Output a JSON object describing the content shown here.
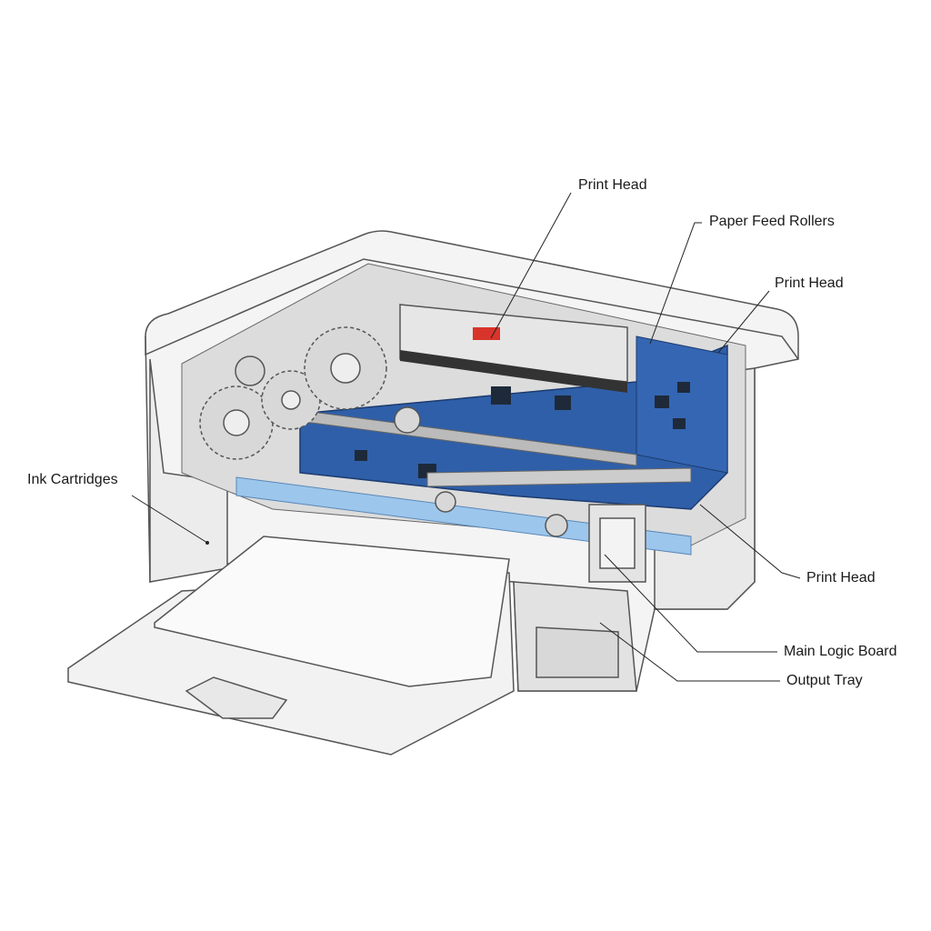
{
  "diagram": {
    "labels": {
      "print_head_top": "Print Head",
      "paper_feed_rollers": "Paper Feed Rollers",
      "print_head_right_upper": "Print Head",
      "ink_cartridges": "Ink Cartridges",
      "print_head_right_lower": "Print Head",
      "main_logic_board": "Main Logic Board",
      "output_tray": "Output Tray"
    },
    "colors": {
      "board_blue": "#2f5fa8",
      "body_white": "#f4f4f4",
      "outline": "#555555",
      "accent_red": "#d9342b"
    }
  }
}
